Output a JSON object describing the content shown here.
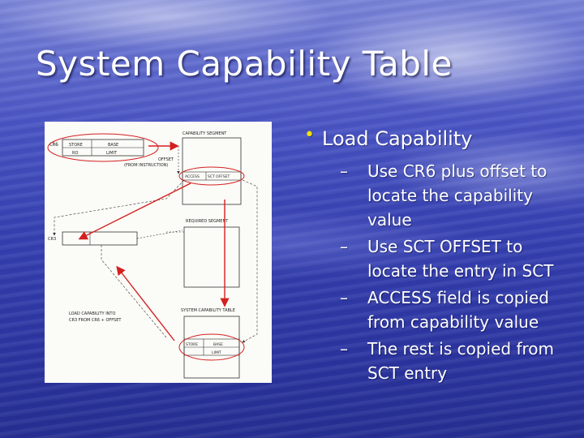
{
  "slide": {
    "title": "System Capability Table",
    "bullet": "Load Capability",
    "subbullets": [
      "Use CR6 plus offset to locate the capability value",
      "Use SCT OFFSET to locate the entry in SCT",
      "ACCESS field is copied from capability value",
      "The rest is copied from SCT entry"
    ],
    "dash": "–"
  },
  "figure": {
    "cr6": "CR6",
    "store": "STORE",
    "base": "BASE",
    "ro": "RO",
    "limit": "LIMIT",
    "capability_segment": "CAPABILITY SEGMENT",
    "offset": "OFFSET",
    "from_instruction": "(FROM INSTRUCTION)",
    "access": "ACCESS",
    "sct_offset": "SCT OFFSET",
    "required_segment": "REQUIRED SEGMENT",
    "cr3": "CR3",
    "load_capability_1": "LOAD CAPABILITY INTO",
    "load_capability_2": "CR3 FROM CR6 + OFFSET",
    "system_capability_table": "SYSTEM CAPABILITY TABLE",
    "store2": "STORE",
    "base2": "BASE",
    "limit2": "LIMIT"
  },
  "colors": {
    "accent_bullet": "#f2e000",
    "annotation_red": "#d42020"
  }
}
